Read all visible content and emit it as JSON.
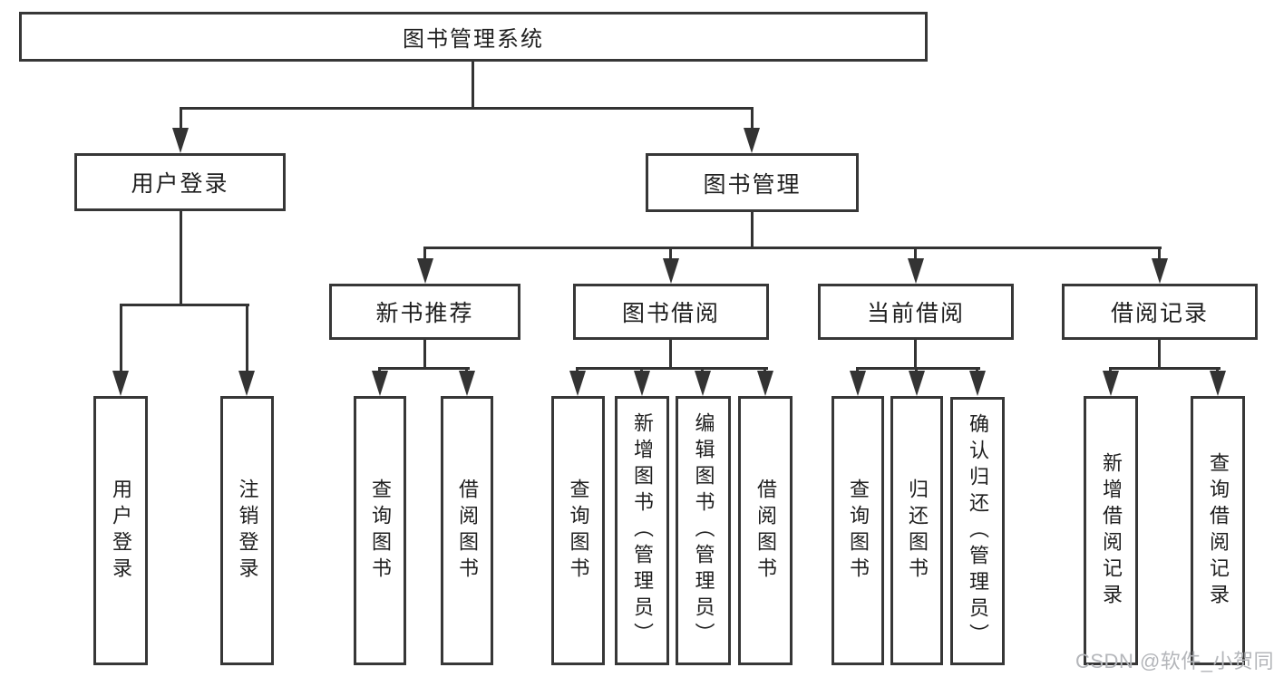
{
  "diagram_title": "图书管理系统",
  "watermark": "CSDN @软件_小贺同学",
  "colors": {
    "line": "#333333",
    "box_border": "#373737",
    "text": "#1f1f1f",
    "watermark": "#b4b6ba",
    "background": "#ffffff"
  },
  "nodes": {
    "root": "图书管理系统",
    "user_login": "用户登录",
    "book_mgmt": "图书管理",
    "new_book_recommend": "新书推荐",
    "book_borrowing": "图书借阅",
    "current_borrowing": "当前借阅",
    "borrowing_records": "借阅记录",
    "leaves": {
      "user_login": "用户登录",
      "logout": "注销登录",
      "query_books_a": "查询图书",
      "borrow_books_a": "借阅图书",
      "query_books_b": "查询图书",
      "add_books_admin": "新增图书（管理员）",
      "edit_books_admin": "编辑图书（管理员）",
      "borrow_books_b": "借阅图书",
      "query_books_c": "查询图书",
      "return_books": "归还图书",
      "confirm_return_admin": "确认归还（管理员）",
      "add_borrow_record": "新增借阅记录",
      "query_borrow_record": "查询借阅记录"
    }
  },
  "hierarchy": {
    "图书管理系统": [
      "用户登录",
      "图书管理"
    ],
    "用户登录": [
      "用户登录",
      "注销登录"
    ],
    "图书管理": [
      "新书推荐",
      "图书借阅",
      "当前借阅",
      "借阅记录"
    ],
    "新书推荐": [
      "查询图书",
      "借阅图书"
    ],
    "图书借阅": [
      "查询图书",
      "新增图书（管理员）",
      "编辑图书（管理员）",
      "借阅图书"
    ],
    "当前借阅": [
      "查询图书",
      "归还图书",
      "确认归还（管理员）"
    ],
    "借阅记录": [
      "新增借阅记录",
      "查询借阅记录"
    ]
  }
}
